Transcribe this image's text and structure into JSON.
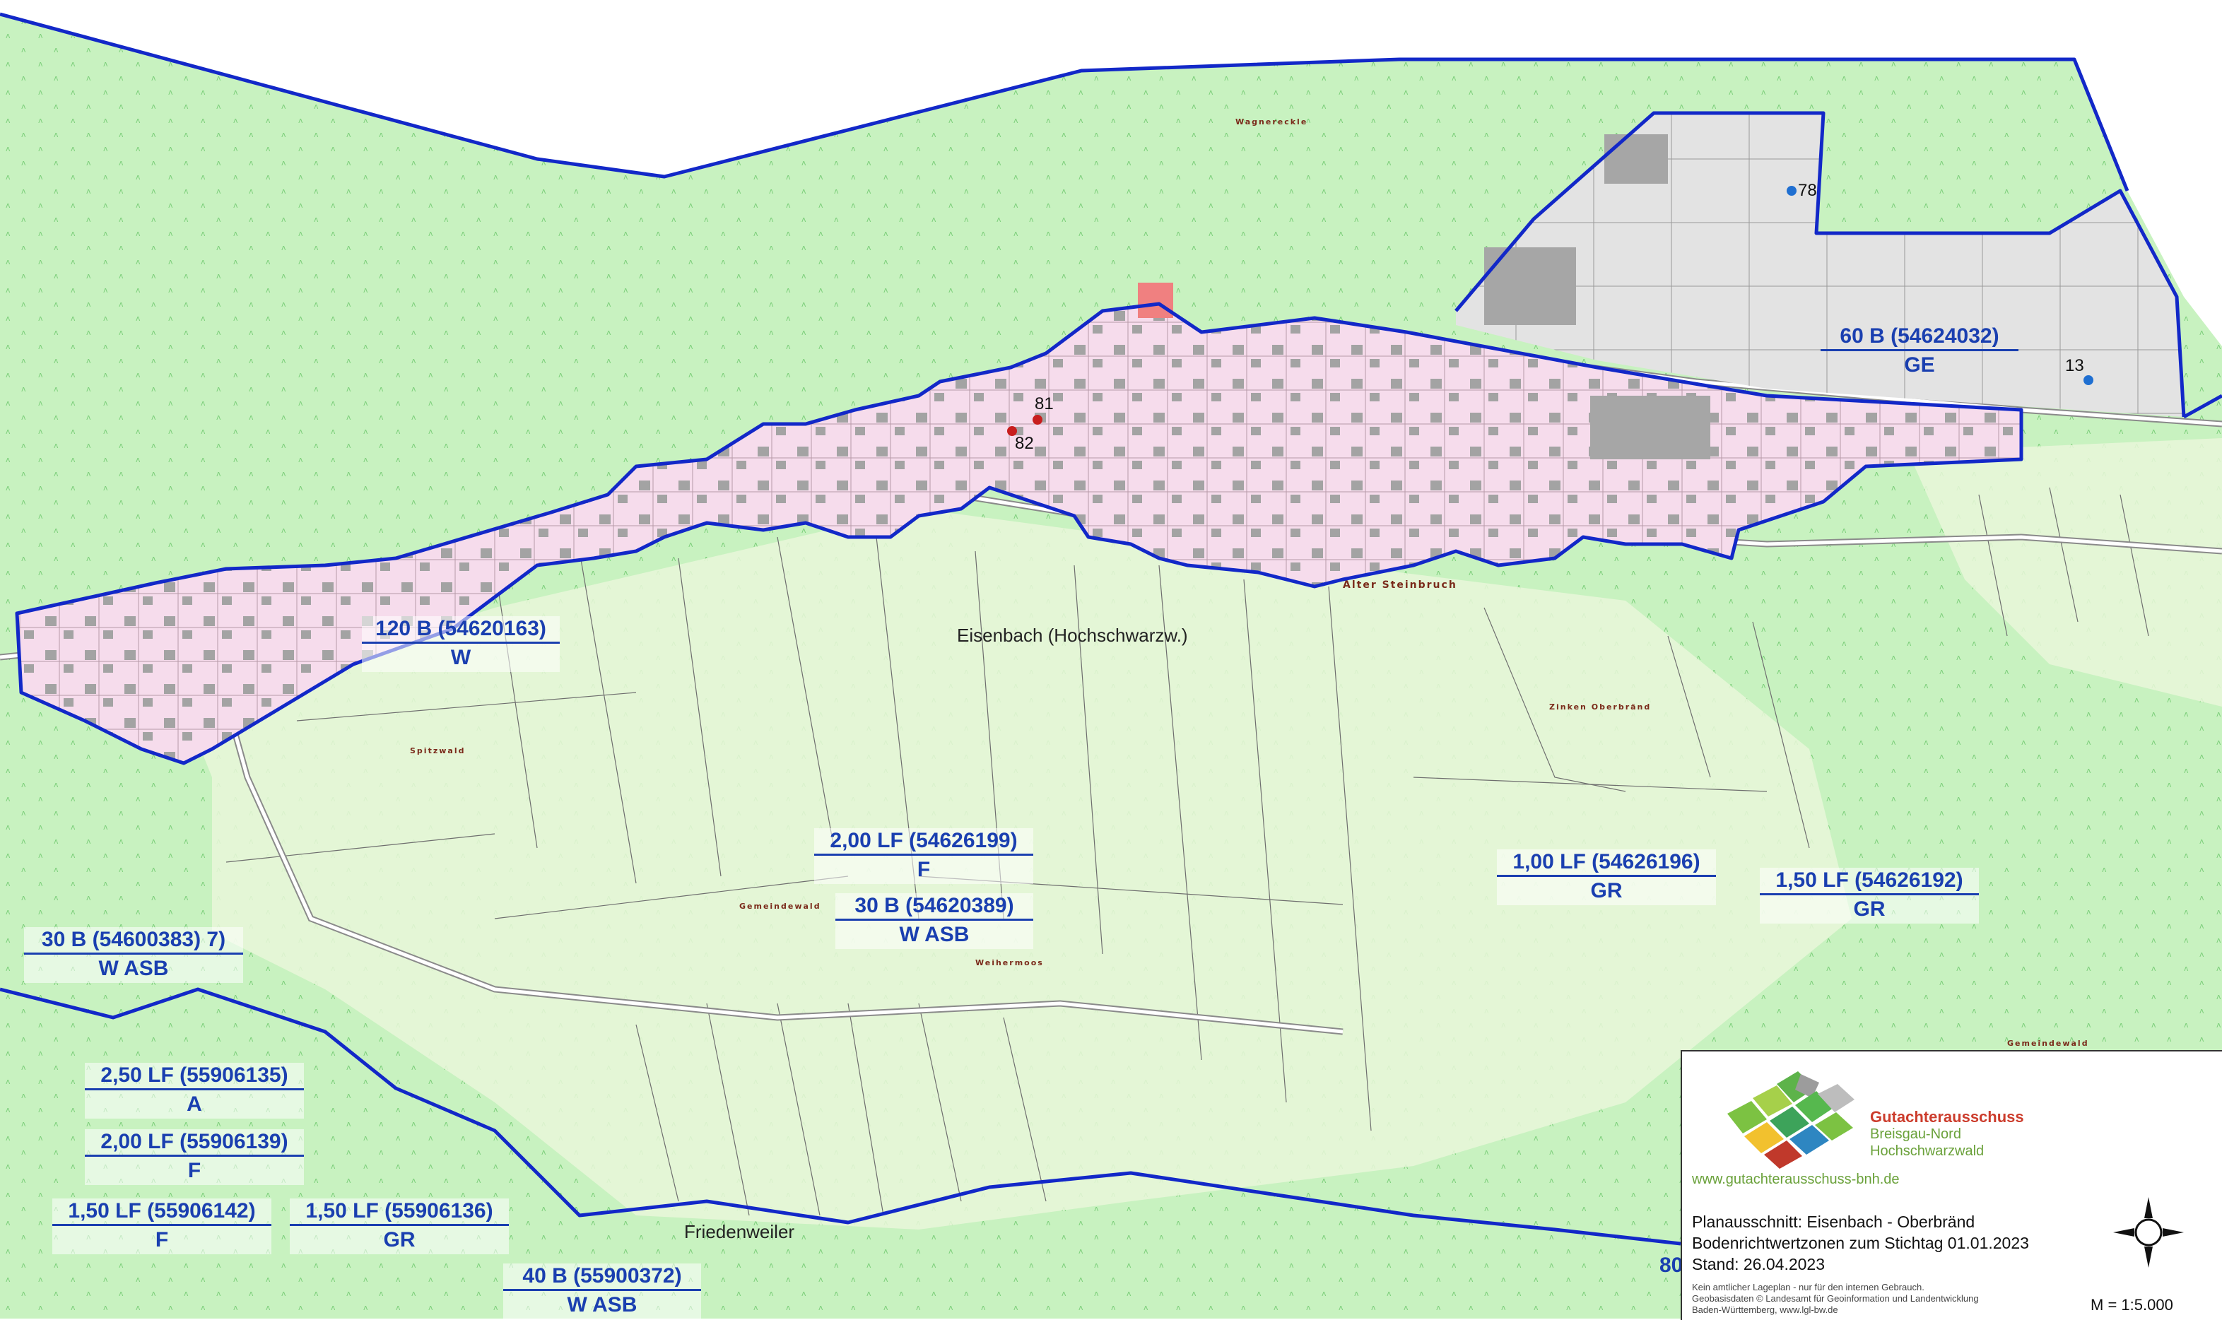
{
  "zones": [
    {
      "id": "z1",
      "value": "120 B (54620163)",
      "use": "W"
    },
    {
      "id": "z2",
      "value": "60 B (54624032)",
      "use": "GE"
    },
    {
      "id": "z3",
      "value": "2,00 LF (54626199)",
      "use": "F"
    },
    {
      "id": "z4",
      "value": "30 B (54620389)",
      "use": "W ASB"
    },
    {
      "id": "z5",
      "value": "1,00 LF (54626196)",
      "use": "GR"
    },
    {
      "id": "z6",
      "value": "1,50 LF (54626192)",
      "use": "GR"
    },
    {
      "id": "z7",
      "value": "30 B (54600383) 7)",
      "use": "W ASB"
    },
    {
      "id": "z8",
      "value": "2,50 LF (55906135)",
      "use": "A"
    },
    {
      "id": "z9",
      "value": "2,00 LF (55906139)",
      "use": "F"
    },
    {
      "id": "z10",
      "value": "1,50 LF (55906142)",
      "use": "F"
    },
    {
      "id": "z11",
      "value": "1,50 LF (55906136)",
      "use": "GR"
    },
    {
      "id": "z12",
      "value": "40 B (55900372)",
      "use": "W ASB"
    }
  ],
  "places": {
    "eisenbach": "Eisenbach (Hochschwarzw.)",
    "friedenweiler": "Friedenweiler"
  },
  "local_names": {
    "wagnereckle": "Wagnereckle",
    "alter_steinbruch": "Alter Steinbruch",
    "zinken": "Zinken Oberbränd",
    "spitzwald": "Spitzwald",
    "gemeindewald_1": "Gemeindewald",
    "weihermoos": "Weihermoos",
    "gemeindewald_2": "Gemeindewald"
  },
  "points": {
    "p78": "78",
    "p13": "13",
    "p81": "81",
    "p82": "82",
    "p80": "80"
  },
  "legend": {
    "brand_line1": "Gutachterausschuss",
    "brand_line2": "Breisgau-Nord",
    "brand_line3": "Hochschwarzwald",
    "website": "www.gutachterausschuss-bnh.de",
    "title_line1": "Planausschnitt: Eisenbach - Oberbränd",
    "title_line2": "Bodenrichtwertzonen zum Stichtag 01.01.2023",
    "title_line3": "Stand: 26.04.2023",
    "disclaimer_line1": "Kein amtlicher Lageplan - nur für den internen Gebrauch.",
    "disclaimer_line2": "Geobasisdaten © Landesamt für Geoinformation und Landentwicklung",
    "disclaimer_line3": "Baden-Württemberg, www.lgl-bw.de",
    "scale": "M = 1:5.000"
  },
  "colors": {
    "forest": "#c8f2c0",
    "meadow": "#e9f7d9",
    "residential": "#f6dcec",
    "industrial": "#e3e3e3",
    "zone_border": "#1228c8",
    "label_text": "#1a3fb0"
  }
}
